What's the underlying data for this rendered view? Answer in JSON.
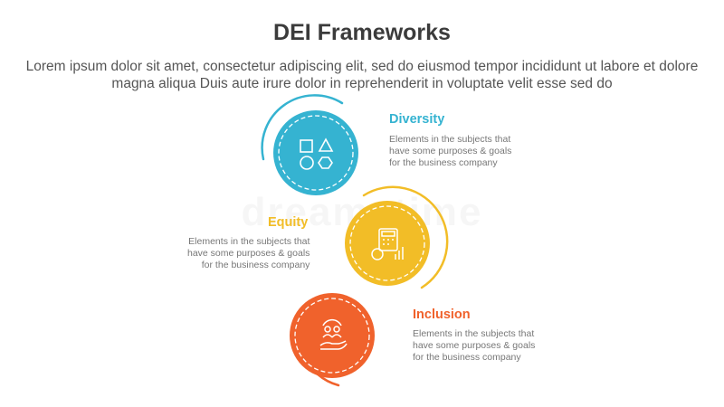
{
  "header": {
    "title": "DEI Frameworks",
    "subtitle": "Lorem ipsum dolor sit amet, consectetur adipiscing elit, sed do eiusmod tempor incididunt ut labore et dolore magna aliqua Duis aute irure dolor in reprehenderit in voluptate velit esse sed do"
  },
  "watermark": "dreamstime",
  "items": [
    {
      "label": "Diversity",
      "description": "Elements in the subjects that\nhave  some purposes & goals\nfor the  business company",
      "color": "#35b3d1",
      "icon": "shapes-icon"
    },
    {
      "label": "Equity",
      "description": "Elements in the subjects that\nhave  some purposes & goals\nfor the  business company",
      "color": "#f2bd27",
      "icon": "calculator-finance-icon"
    },
    {
      "label": "Inclusion",
      "description": "Elements in the subjects that\nhave  some purposes & goals\nfor the  business company",
      "color": "#f0622c",
      "icon": "people-hand-icon"
    }
  ]
}
